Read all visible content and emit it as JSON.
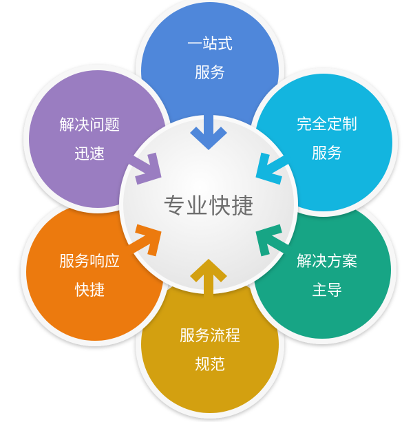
{
  "center": {
    "label": "专业快捷",
    "color": "#f2f2f2"
  },
  "petals": [
    {
      "id": "blue",
      "line1": "一站式",
      "line2": "服务",
      "color": "#4f87da"
    },
    {
      "id": "cyan",
      "line1": "完全定制",
      "line2": "服务",
      "color": "#13b5df"
    },
    {
      "id": "green",
      "line1": "解决方案",
      "line2": "主导",
      "color": "#17a585"
    },
    {
      "id": "gold",
      "line1": "服务流程",
      "line2": "规范",
      "color": "#d3a010"
    },
    {
      "id": "orange",
      "line1": "服务响应",
      "line2": "快捷",
      "color": "#ec7a0e"
    },
    {
      "id": "purple",
      "line1": "解决问题",
      "line2": "迅速",
      "color": "#9a7dc1"
    }
  ]
}
